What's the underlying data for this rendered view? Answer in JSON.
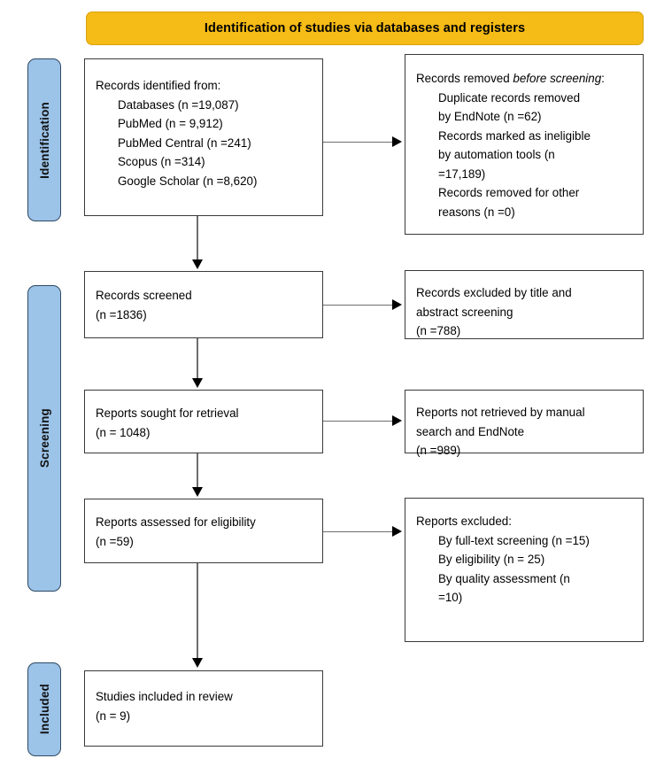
{
  "banner": {
    "title": "Identification of studies via databases and registers"
  },
  "stages": [
    {
      "id": "identification",
      "label": "Identification"
    },
    {
      "id": "screening",
      "label": "Screening"
    },
    {
      "id": "included",
      "label": "Included"
    }
  ],
  "boxes": {
    "identified": {
      "lines": [
        {
          "text": "Records identified from:",
          "indent": 0
        },
        {
          "text": "Databases (n =19,087)",
          "indent": 1
        },
        {
          "text": "PubMed (n = 9,912)",
          "indent": 1
        },
        {
          "text": "PubMed Central (n =241)",
          "indent": 1
        },
        {
          "text": "Scopus (n =314)",
          "indent": 1
        },
        {
          "text": "Google Scholar (n =8,620)",
          "indent": 1
        }
      ]
    },
    "removed": {
      "heading_prefix": "Records removed ",
      "heading_italic": "before screening",
      "heading_suffix": ":",
      "lines": [
        {
          "text": "Duplicate records removed",
          "indent": 1
        },
        {
          "text": "by EndNote (n =62)",
          "indent": 1
        },
        {
          "text": "Records marked as ineligible",
          "indent": 1
        },
        {
          "text": "by automation tools (n",
          "indent": 1
        },
        {
          "text": "=17,189)",
          "indent": 1
        },
        {
          "text": "Records removed for other",
          "indent": 1
        },
        {
          "text": "reasons (n =0)",
          "indent": 1
        }
      ]
    },
    "screened": {
      "lines": [
        {
          "text": "Records screened",
          "indent": 0
        },
        {
          "text": "(n =1836)",
          "indent": 0
        }
      ]
    },
    "excluded_title_abstract": {
      "lines": [
        {
          "text": "Records excluded by title and",
          "indent": 0
        },
        {
          "text": "abstract screening",
          "indent": 0
        },
        {
          "text": "(n =788)",
          "indent": 0
        }
      ]
    },
    "sought": {
      "lines": [
        {
          "text": "Reports sought for retrieval",
          "indent": 0
        },
        {
          "text": "(n = 1048)",
          "indent": 0
        }
      ]
    },
    "not_retrieved": {
      "lines": [
        {
          "text": "Reports not retrieved by manual",
          "indent": 0
        },
        {
          "text": "search and EndNote",
          "indent": 0
        },
        {
          "text": "(n =989)",
          "indent": 0
        }
      ]
    },
    "assessed": {
      "lines": [
        {
          "text": "Reports assessed for eligibility",
          "indent": 0
        },
        {
          "text": "(n =59)",
          "indent": 0
        }
      ]
    },
    "excluded_reports": {
      "lines": [
        {
          "text": "Reports excluded:",
          "indent": 0
        },
        {
          "text": "By full-text screening (n =15)",
          "indent": 1
        },
        {
          "text": "By eligibility (n = 25)",
          "indent": 1
        },
        {
          "text": "By quality assessment (n",
          "indent": 1
        },
        {
          "text": "=10)",
          "indent": 1
        }
      ]
    },
    "included": {
      "lines": [
        {
          "text": "Studies included in review",
          "indent": 0
        },
        {
          "text": "(n = 9)",
          "indent": 0
        }
      ]
    }
  },
  "colors": {
    "banner_fill": "#F5BB16",
    "stage_tab_fill": "#9CC3E8",
    "stage_tab_border": "#2F4A63",
    "box_border": "#3A3A3A",
    "connector": "#6E6E6E"
  }
}
